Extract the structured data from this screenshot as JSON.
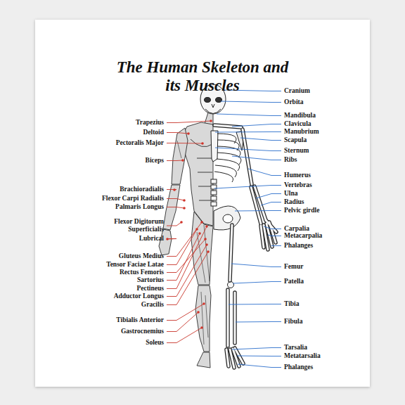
{
  "diagram": {
    "title": "The Human Skeleton and its Muscles",
    "labels": [
      "Trapezius",
      "Deltoid",
      "Pectoralis Major",
      "Biceps",
      "Brachioradialis",
      "Flexor Carpi Radialis",
      "Palmaris Longus",
      "Flexor Digitorum Superficialis",
      "Lubrical",
      "Gluteus Medius",
      "Tensor Faciae Latae",
      "Rectus Femoris",
      "Sartorius",
      "Pectineus",
      "Adductor Longus",
      "Gracilis",
      "Tibialis Anterior",
      "Gastrocnemius",
      "Soleus",
      "Cranium",
      "Orbita",
      "Mandibula",
      "Clavicula",
      "Manubrium",
      "Scapula",
      "Sternum",
      "Ribs",
      "Humerus",
      "Vertebras",
      "Ulna",
      "Radius",
      "Pelvic girdle",
      "Carpalia",
      "Metacarpalia",
      "Phalanges",
      "Femur",
      "Patella",
      "Tibia",
      "Fibula",
      "Tarsalia",
      "Metatarsalia",
      "Phalanges"
    ]
  }
}
